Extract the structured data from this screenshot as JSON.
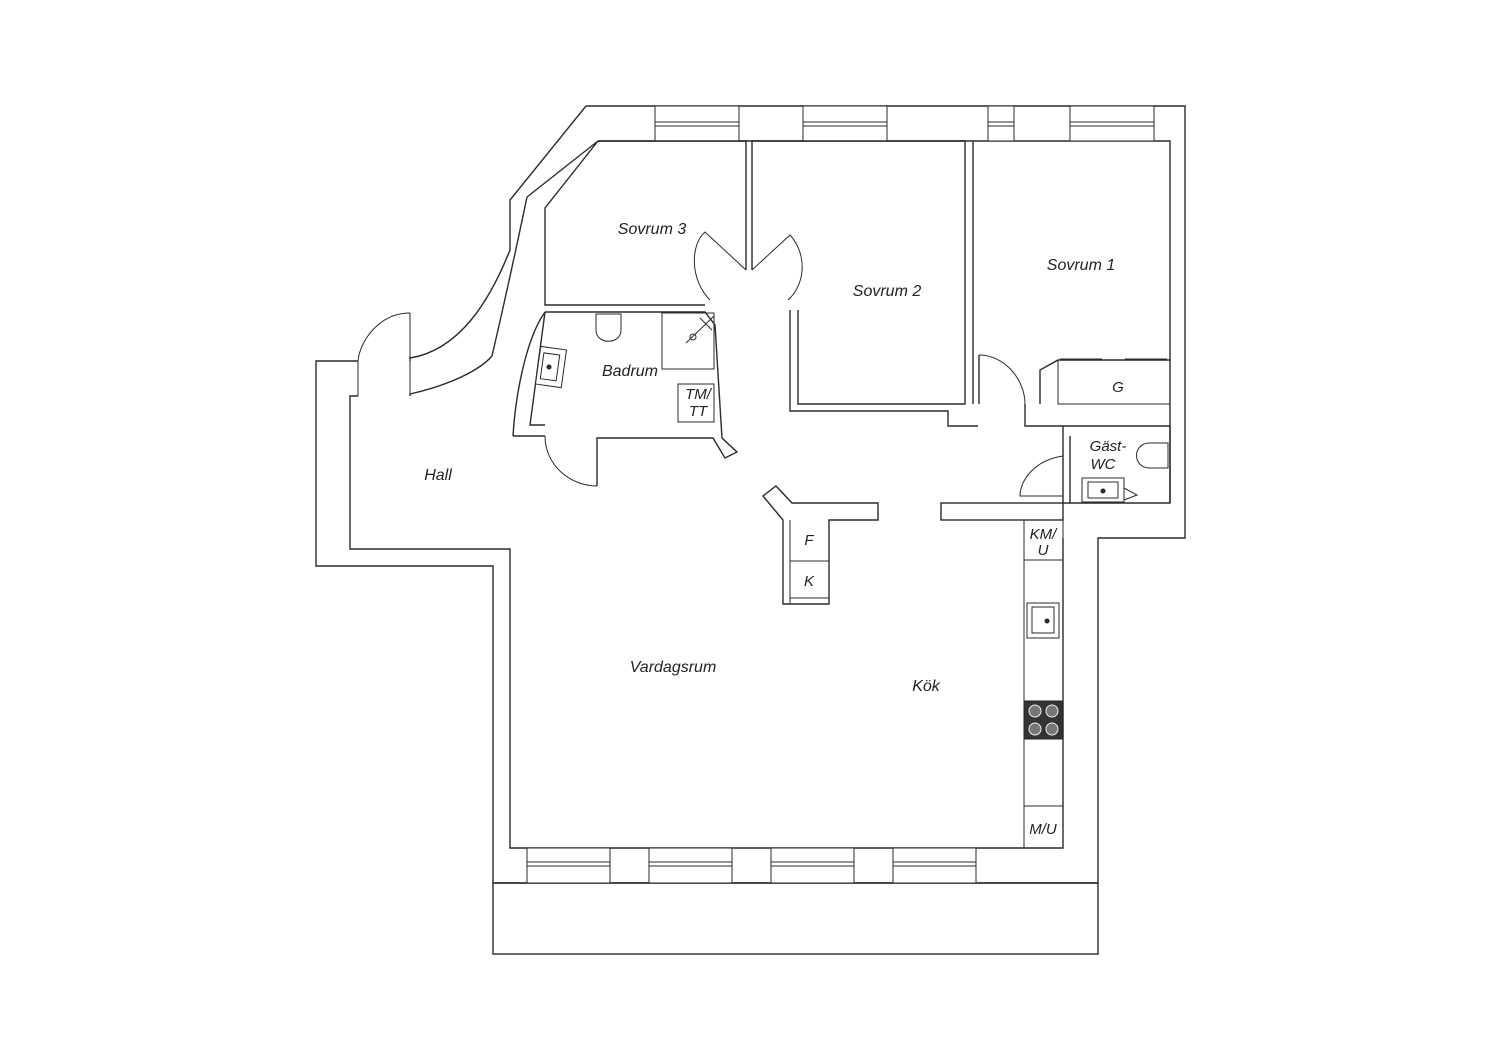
{
  "rooms": {
    "sovrum3": "Sovrum 3",
    "sovrum2": "Sovrum 2",
    "sovrum1": "Sovrum 1",
    "badrum": "Badrum",
    "hall": "Hall",
    "vardagsrum": "Vardagsrum",
    "kok": "Kök",
    "gastwc_line1": "Gäst-",
    "gastwc_line2": "WC"
  },
  "fixtures": {
    "tm_line1": "TM/",
    "tm_line2": "TT",
    "g": "G",
    "f": "F",
    "k": "K",
    "kmu_line1": "KM/",
    "kmu_line2": "U",
    "mu": "M/U"
  },
  "icons": [
    "window-icon",
    "door-swing-icon",
    "toilet-icon",
    "sink-icon",
    "shower-icon",
    "stove-icon"
  ]
}
